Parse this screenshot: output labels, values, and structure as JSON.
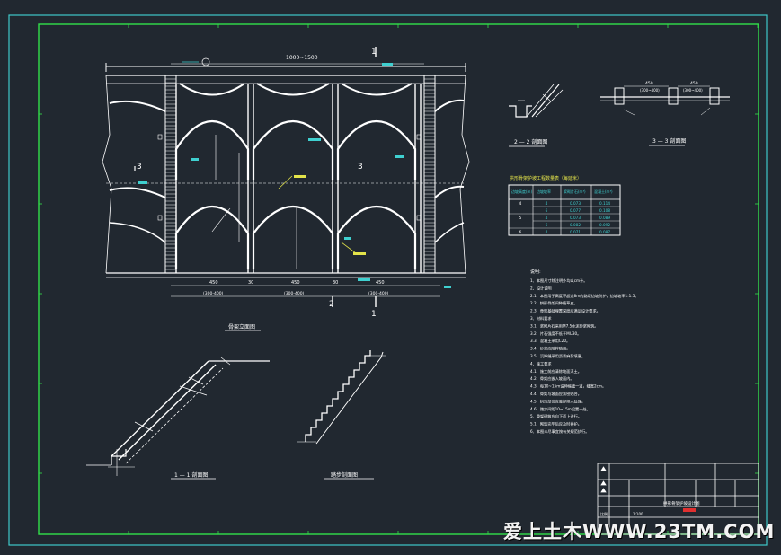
{
  "main_elevation": {
    "top_dimension": "1000~1500",
    "section_marks": [
      "1",
      "1",
      "2",
      "3",
      "3"
    ],
    "bottom_dims_top": [
      "450",
      "30",
      "450",
      "30",
      "450"
    ],
    "bottom_dims_bottom": [
      "(300-400)",
      "(300-400)",
      "(300-400)"
    ],
    "caption": "骨架立面图"
  },
  "section_2": {
    "caption": "2 — 2 剖面图"
  },
  "section_3": {
    "caption": "3 — 3 剖面图",
    "dims": [
      "450",
      "(300~400)",
      "450",
      "(300~400)"
    ]
  },
  "section_1": {
    "caption": "1 — 1 剖面图"
  },
  "step_view": {
    "caption": "踏步剖面图"
  },
  "table": {
    "title": "拱形骨架护坡工程数量表（每延米）",
    "headers": [
      "边坡高度(m)",
      "边坡坡率",
      "浆砌片石(m³)",
      "混凝土(m³)"
    ],
    "rows": [
      [
        "4",
        "4",
        "0.073",
        "0.114"
      ],
      [
        "",
        "6",
        "0.077",
        "0.108"
      ],
      [
        "5",
        "4",
        "0.073",
        "0.089"
      ],
      [
        "",
        "6",
        "0.082",
        "0.092"
      ],
      [
        "6",
        "4",
        "0.071",
        "0.087"
      ]
    ]
  },
  "notes": {
    "title": "说明:",
    "lines": [
      "1、本图尺寸除注明外均以cm计。",
      "2、设计说明",
      "2.1、本图用于高度不超过8m的路堤边坡防护，边坡坡率1:1.5。",
      "2.2、拱形骨架间种植草皮。",
      "2.3、骨架基础埋置深度应满足设计要求。",
      "3、材料要求",
      "3.1、浆砌片石采用M7.5水泥砂浆砌筑。",
      "3.2、片石强度不低于MU30。",
      "3.3、混凝土采用C20。",
      "3.4、砂浆应随拌随用。",
      "3.5、沉降缝采用沥青麻絮填塞。",
      "4、施工要求",
      "4.1、施工前应清除坡面浮土。",
      "4.2、骨架应嵌入坡面内。",
      "4.3、每10~15m设伸缩缝一道，缝宽2cm。",
      "4.4、骨架与坡面应紧密贴合。",
      "4.5、拱顶部位应做好排水处理。",
      "4.6、踏步间距10~15m设置一处。",
      "5、骨架砌筑应自下而上进行。",
      "5.1、砌筑完毕后应及时养护。",
      "6、本图未尽事宜按有关规范执行。"
    ]
  },
  "title_block": {
    "drawing_title": "拱形骨架护坡设计图",
    "scale_label": "比例",
    "scale": "1:100"
  },
  "watermark": "爱上土木WWW.23TM.COM"
}
